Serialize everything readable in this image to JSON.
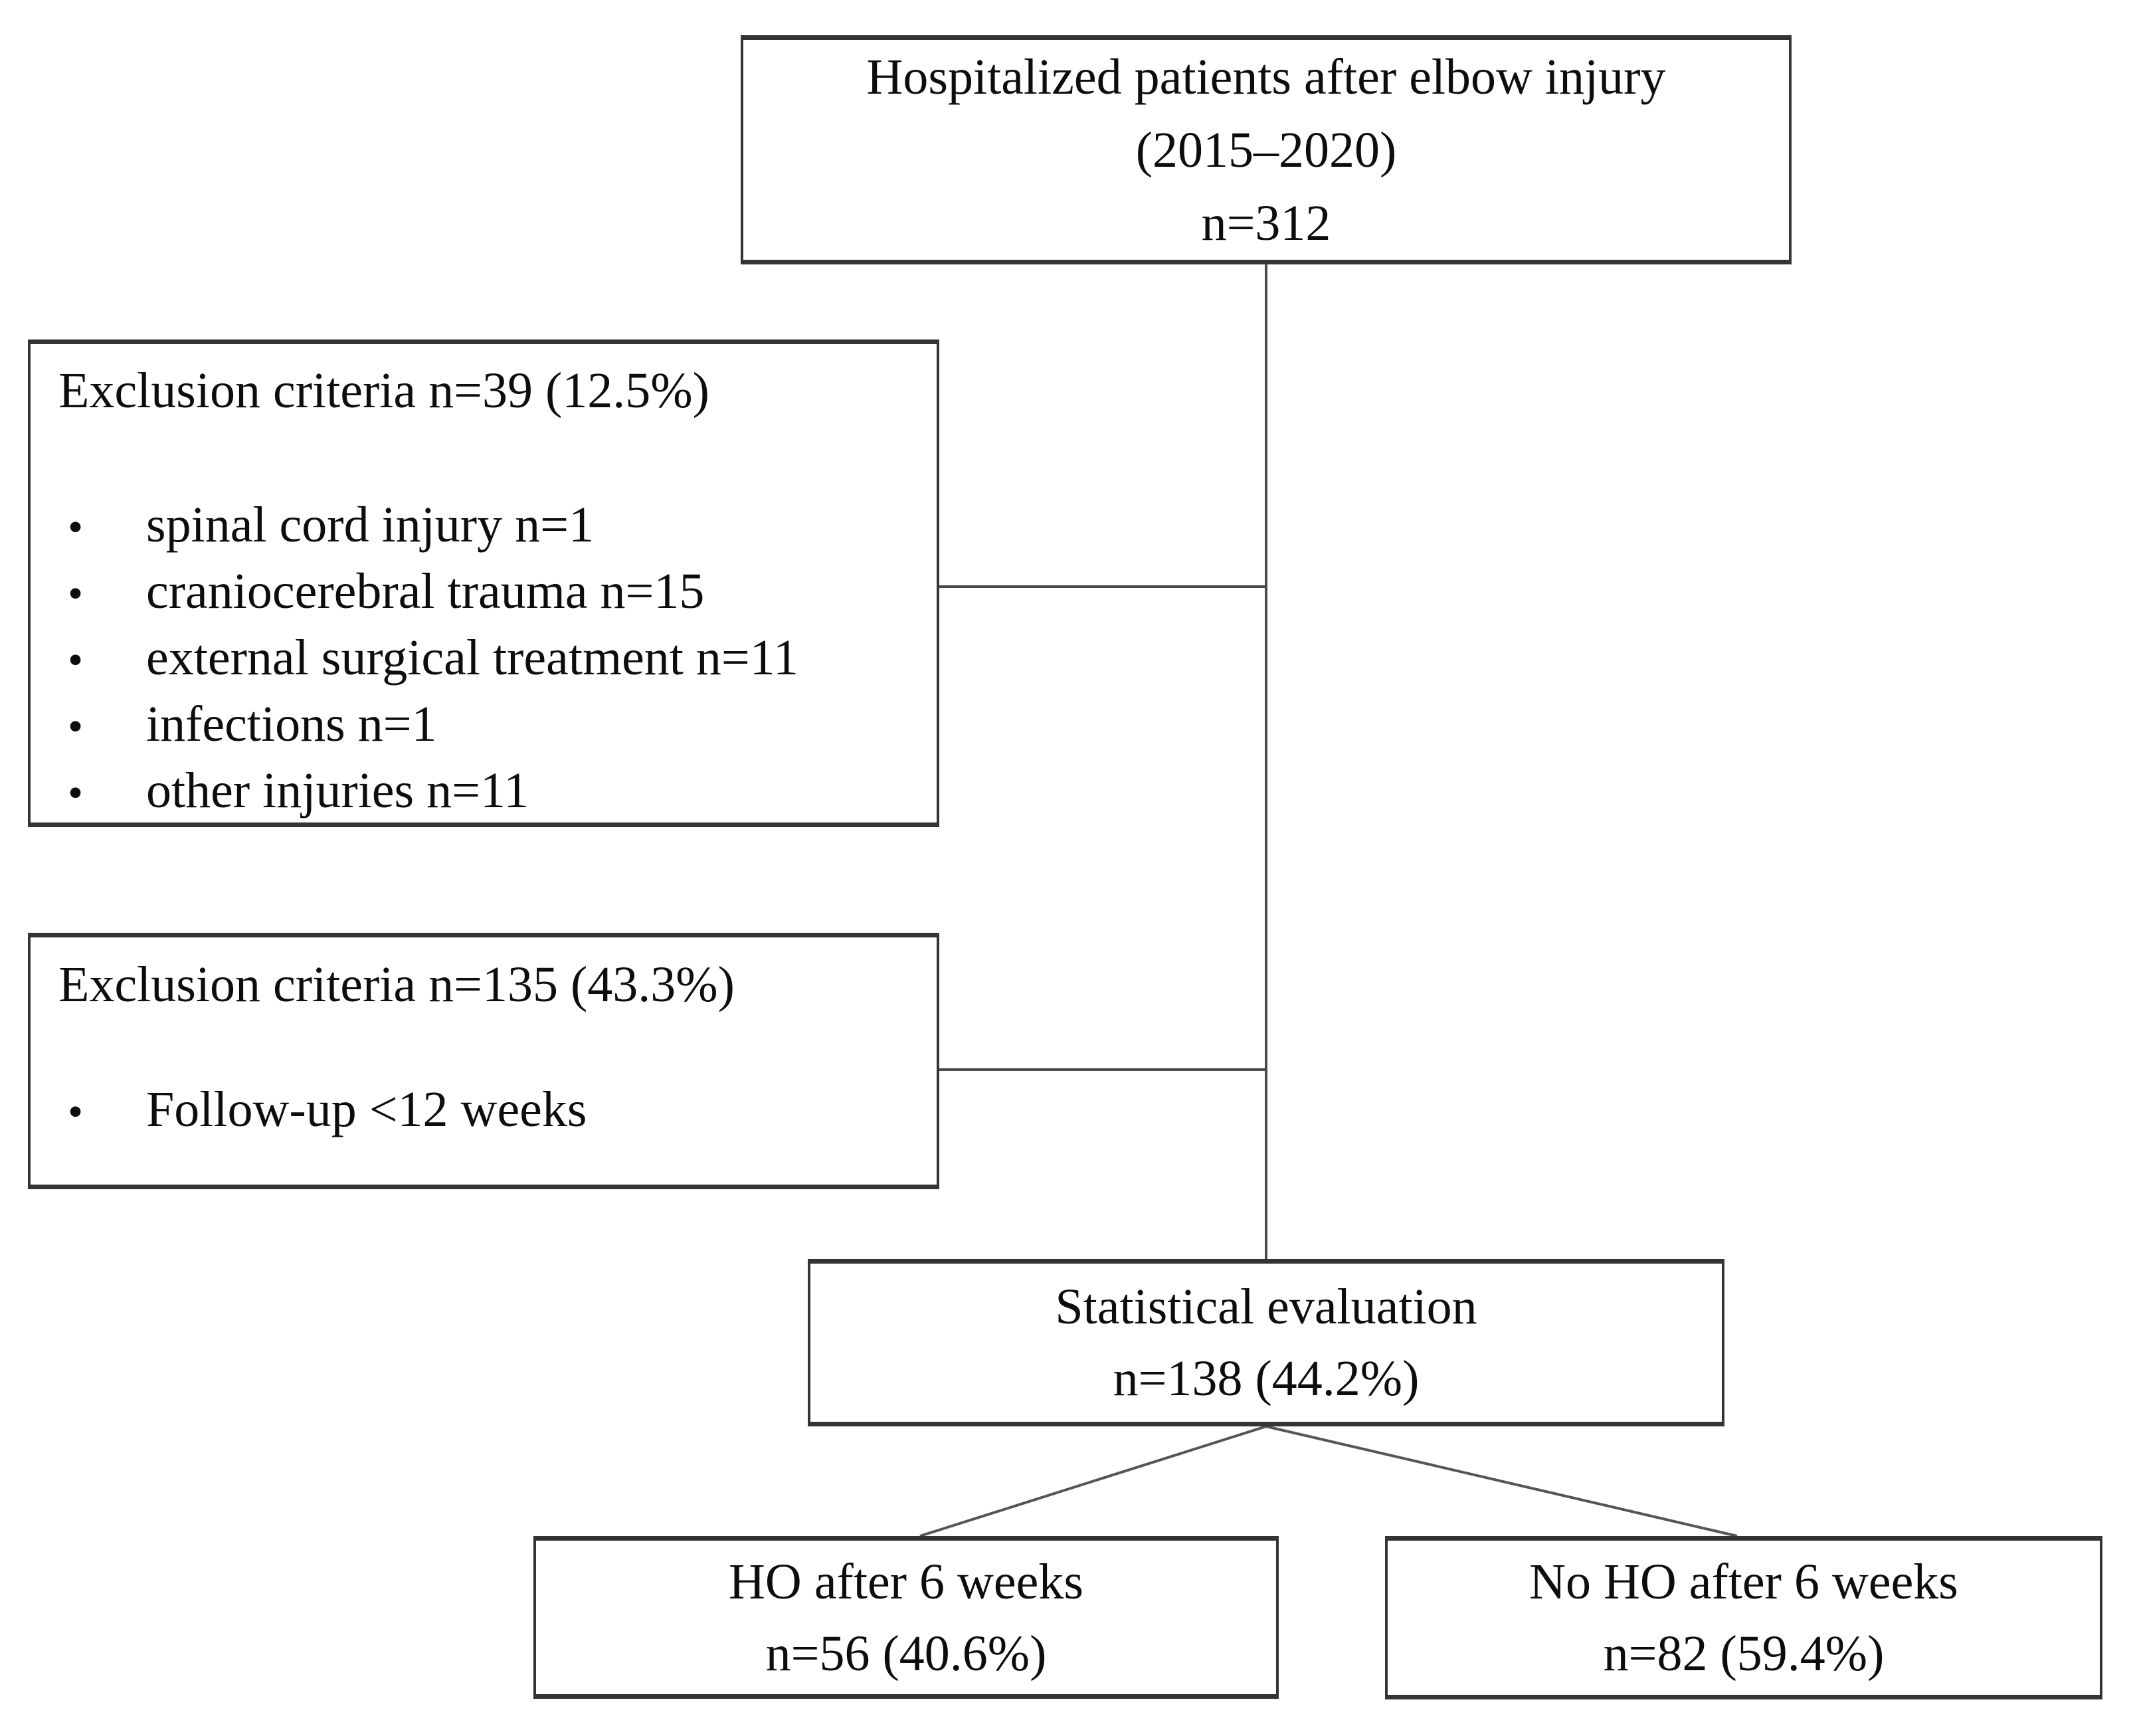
{
  "flowchart": {
    "top_box": {
      "lines": [
        "Hospitalized patients after elbow injury",
        "(2015–2020)",
        "n=312"
      ]
    },
    "exclusion_box_1": {
      "title": "Exclusion criteria n=39 (12.5%)",
      "bullets": [
        "spinal cord injury n=1",
        "craniocerebral trauma n=15",
        "external surgical treatment n=11",
        "infections n=1",
        "other injuries n=11"
      ]
    },
    "exclusion_box_2": {
      "title": "Exclusion criteria n=135 (43.3%)",
      "bullets": [
        "Follow-up <12 weeks"
      ]
    },
    "statistical_box": {
      "lines": [
        "Statistical evaluation",
        "n=138 (44.2%)"
      ]
    },
    "outcome_box_left": {
      "lines": [
        "HO after 6 weeks",
        "n=56 (40.6%)"
      ]
    },
    "outcome_box_right": {
      "lines": [
        "No HO after 6 weeks",
        "n=82 (59.4%)"
      ]
    },
    "bullet_char": "•",
    "colors": {
      "background": "#ffffff",
      "text": "#0d0d0d",
      "box_border": "#343434",
      "connector_line": "#4a4a4a"
    }
  }
}
